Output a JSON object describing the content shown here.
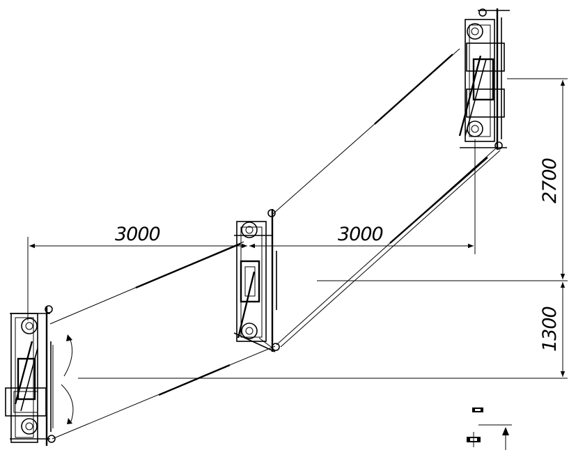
{
  "dimensions": {
    "horizontal_left": "3000",
    "horizontal_right": "3000",
    "vertical_upper": "2700",
    "vertical_lower": "1300"
  }
}
